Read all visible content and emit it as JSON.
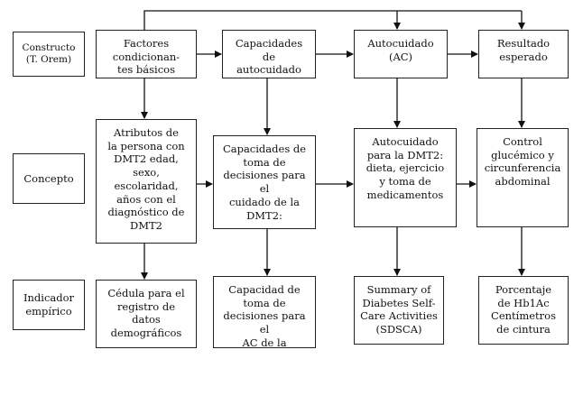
{
  "rows": {
    "constructo": "Constructo\n(T. Orem)",
    "concepto": "Concepto",
    "indicador": "Indicador\nempírico"
  },
  "constructs": {
    "factores": "Factores\ncondicionan-\ntes básicos",
    "capacidades": "Capacidades\nde\nautocuidado",
    "autocuidado": "Autocuidado\n(AC)",
    "resultado": "Resultado\nesperado"
  },
  "concepts": {
    "atributos": "Atributos de\nla persona con\nDMT2 edad,\nsexo,\nescolaridad,\naños con el\ndiagnóstico de\nDMT2",
    "capacidades": "Capacidades de\ntoma de\ndecisiones para el\ncuidado de la\nDMT2:",
    "autocuidado": "Autocuidado\npara la DMT2:\ndieta, ejercicio\ny toma de\nmedicamentos",
    "control": "Control\nglucémico y\ncircunferencia\nabdominal"
  },
  "indicators": {
    "cedula": "Cédula para el\nregistro de\ndatos\ndemográficos",
    "capacidad": "Capacidad de\ntoma de\ndecisiones para el\nAC de la",
    "sdsca": "Summary of\nDiabetes Self-\nCare Activities\n(SDSCA)",
    "porcentaje": "Porcentaje\nde Hb1Ac\nCentímetros\nde cintura"
  }
}
